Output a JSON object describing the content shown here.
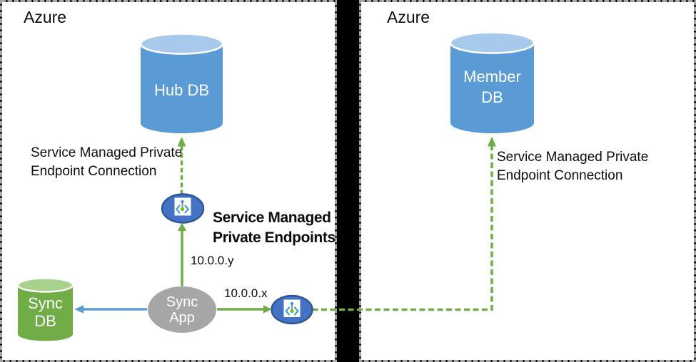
{
  "diagram": {
    "left_region": {
      "label": "Azure"
    },
    "right_region": {
      "label": "Azure"
    },
    "nodes": {
      "hub_db": {
        "label": "Hub DB",
        "type": "database-cylinder",
        "color": "#5B9BD5"
      },
      "member_db": {
        "label": "Member\nDB",
        "type": "database-cylinder",
        "color": "#5B9BD5"
      },
      "sync_db": {
        "label": "Sync\nDB",
        "type": "database-cylinder",
        "color": "#70AD47"
      },
      "sync_app": {
        "label": "Sync\nApp",
        "type": "ellipse",
        "color": "#A6A6A6"
      },
      "private_endpoint_1": {
        "icon": "private-endpoint-icon",
        "color": "#4472C4"
      },
      "private_endpoint_2": {
        "icon": "private-endpoint-icon",
        "color": "#4472C4"
      }
    },
    "labels": {
      "conn_left": {
        "line1": "Service Managed Private",
        "line2": "Endpoint Connection"
      },
      "conn_right": {
        "line1": "Service Managed Private",
        "line2": "Endpoint Connection"
      },
      "endpoints_bold": {
        "line1": "Service Managed",
        "line2": "Private Endpoints"
      },
      "ip_y": "10.0.0.y",
      "ip_x": "10.0.0.x"
    },
    "colors": {
      "green_arrow": "#70AD47",
      "blue_arrow": "#5B9BD5",
      "cylinder_blue_body": "#5B9BD5",
      "cylinder_blue_top": "#A6C9EC",
      "cylinder_green_body": "#70AD47",
      "cylinder_green_top": "#A9D18E",
      "app_gray": "#A6A6A6",
      "endpoint_fill": "#4472C4",
      "endpoint_border": "#2F5496",
      "divider_bar": "#000000",
      "region_border": "#A6A6A6",
      "text": "#0D0D0D"
    }
  }
}
